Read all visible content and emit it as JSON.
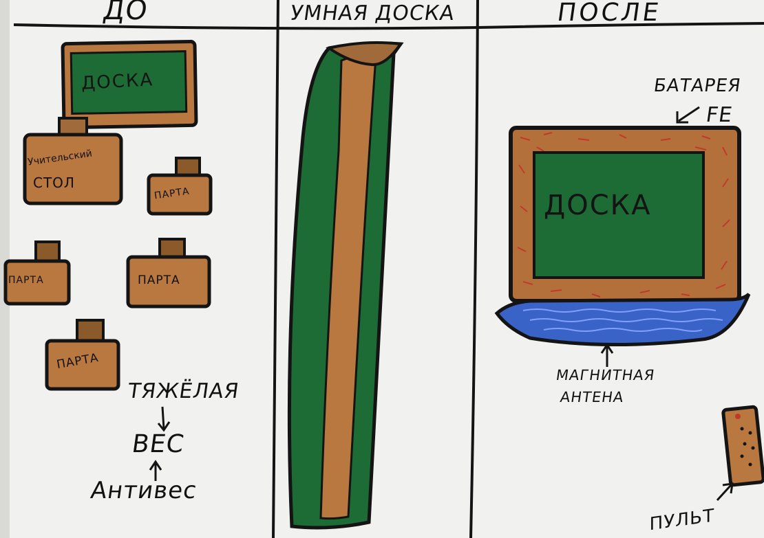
{
  "headers": {
    "before": "ДО",
    "smart_board": "Умная Доска",
    "after": "После"
  },
  "before_panel": {
    "board_label": "Доска",
    "teacher_desk_line1": "Учительский",
    "teacher_desk_line2": "Стол",
    "desk_label": "Парта",
    "heavy_label": "Тяжёлая",
    "weight_label": "Вес",
    "antiweight_label": "Антивес"
  },
  "after_panel": {
    "battery_label": "Батарея",
    "fe_label": "FE",
    "board_label": "Доска",
    "magnetic_line1": "Магнитная",
    "magnetic_line2": "Антена",
    "remote_label": "Пульт"
  },
  "colors": {
    "paper": "#f1f1ef",
    "ink": "#141414",
    "brown": "#b9783f",
    "green": "#1d6b35",
    "water_blue": "#3a63c8",
    "red_speckle": "#c0392b"
  }
}
